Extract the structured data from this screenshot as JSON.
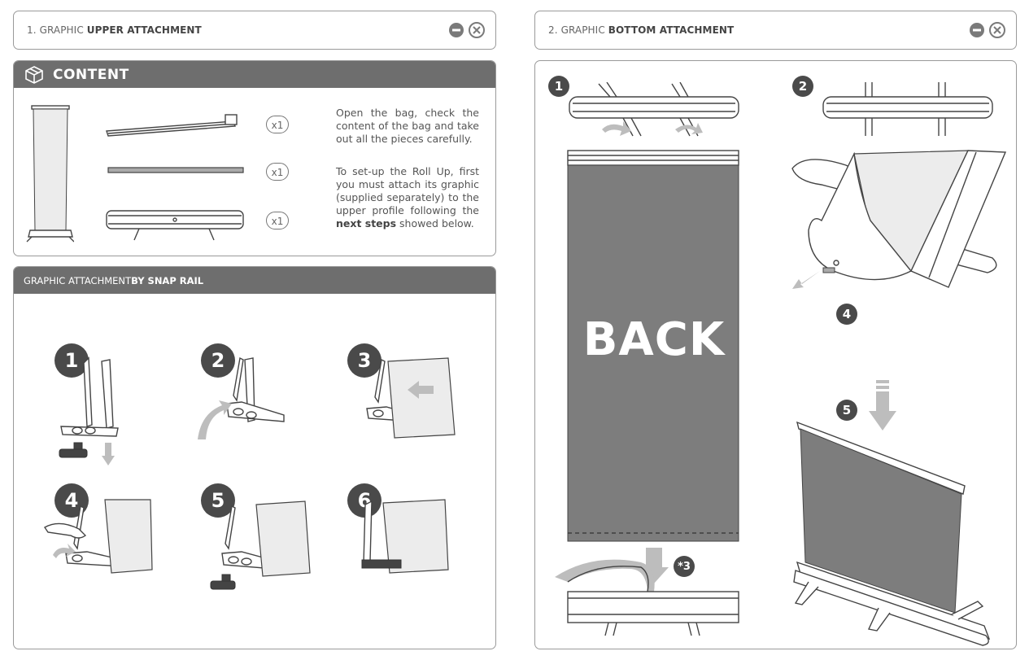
{
  "left": {
    "header": {
      "prefix": "1. GRAPHIC ",
      "bold": "UPPER ATTACHMENT"
    },
    "content": {
      "title": "CONTENT",
      "quantities": [
        "x1",
        "x1",
        "x1"
      ],
      "para1": "Open the bag, check the content of the bag and take out all the pieces carefully.",
      "para2_pre": "To set-up the Roll Up, first you must attach its graphic (supplied separately) to the upper profile following the ",
      "para2_bold": "next steps",
      "para2_post": " showed below."
    },
    "snap": {
      "title_prefix": "GRAPHIC ATTACHMENT ",
      "title_bold": "BY SNAP RAIL",
      "steps": [
        "1",
        "2",
        "3",
        "4",
        "5",
        "6"
      ]
    }
  },
  "right": {
    "header": {
      "prefix": "2. GRAPHIC ",
      "bold": "BOTTOM ATTACHMENT"
    },
    "steps": [
      "1",
      "2",
      "4",
      "5"
    ],
    "step3": "*3",
    "back_label": "BACK"
  },
  "colors": {
    "band": "#6e6e6e",
    "badge": "#4a4a4a",
    "graphic": "#7d7d7d",
    "border": "#9a9a9a"
  },
  "icons": [
    "minimize-icon",
    "close-icon",
    "box-icon"
  ]
}
